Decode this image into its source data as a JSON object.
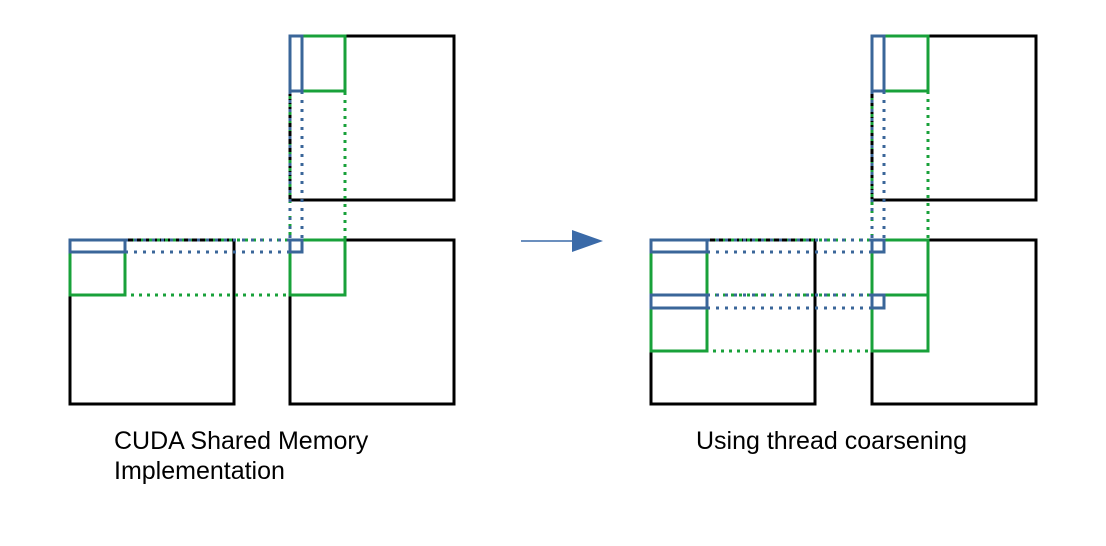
{
  "colors": {
    "matrix_border": "#000000",
    "blue_tile": "#3a6699",
    "green_tile": "#18a13a",
    "arrow": "#3a6aa8"
  },
  "left_panel": {
    "caption_line1": "CUDA Shared Memory",
    "caption_line2": "Implementation"
  },
  "right_panel": {
    "caption": "Using thread coarsening"
  }
}
